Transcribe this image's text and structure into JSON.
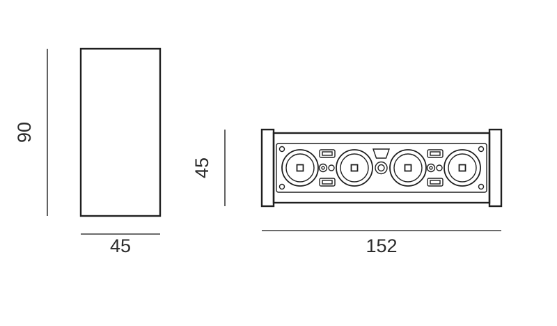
{
  "drawing": {
    "side_view": {
      "height_label": "90",
      "width_label": "45"
    },
    "front_view": {
      "height_label": "45",
      "width_label": "152"
    }
  },
  "colors": {
    "outline": "#1f1f1f",
    "dimension_line": "#3a3a3a",
    "text": "#2b2b2b",
    "background": "#ffffff"
  }
}
